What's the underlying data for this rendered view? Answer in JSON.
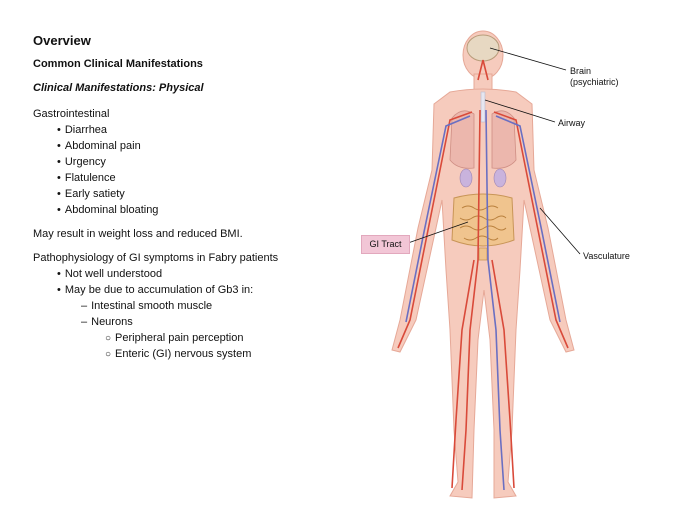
{
  "overview": {
    "title": "Overview",
    "subtitle": "Common Clinical Manifestations",
    "subsubtitle": "Clinical Manifestations: Physical"
  },
  "gastro": {
    "heading": "Gastrointestinal",
    "items": [
      "Diarrhea",
      "Abdominal pain",
      "Urgency",
      "Flatulence",
      "Early satiety",
      "Abdominal bloating"
    ]
  },
  "weight_note": "May result in weight loss and reduced BMI.",
  "patho": {
    "heading": "Pathophysiology of GI symptoms in Fabry patients",
    "item1": "Not well understood",
    "item2": "May be due to accumulation of Gb3 in:",
    "sub1": "Intestinal smooth muscle",
    "sub2": "Neurons",
    "subsub1": "Peripheral pain perception",
    "subsub2": "Enteric (GI) nervous system"
  },
  "figure": {
    "label_brain": "Brain",
    "label_brain_sub": "(psychiatric)",
    "label_airway": "Airway",
    "label_gi": "GI Tract",
    "label_vasculature": "Vasculature"
  }
}
